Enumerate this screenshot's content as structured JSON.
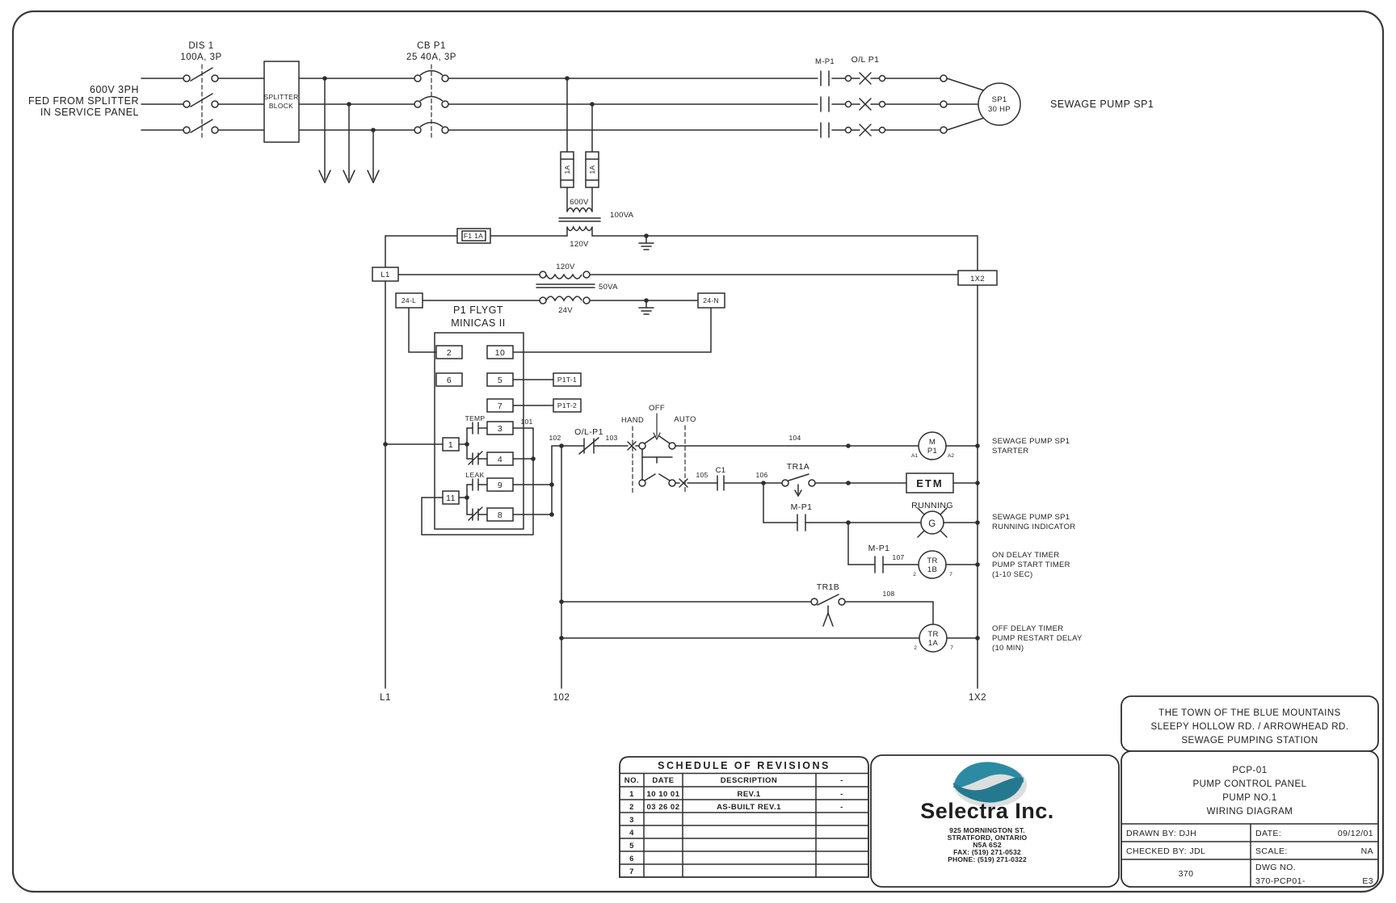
{
  "colors": {
    "line": "#2e2e2e",
    "logo_teal": "#2d8aa3",
    "logo_teal_dark": "#25798f"
  },
  "feeder": {
    "l1": "600V 3PH",
    "l2": "FED FROM SPLITTER",
    "l3": "IN SERVICE PANEL"
  },
  "disconnect": {
    "name": "DIS 1",
    "rating": "100A, 3P"
  },
  "splitter": {
    "l1": "SPLITTER",
    "l2": "BLOCK"
  },
  "breaker": {
    "name": "CB P1",
    "rating": "25 40A, 3P"
  },
  "starter_contact": "M-P1",
  "overload": "O/L P1",
  "motor": {
    "l1": "SP1",
    "l2": "30 HP",
    "label": "SEWAGE PUMP SP1"
  },
  "fuses": {
    "f_left": "1A",
    "f_right": "1A",
    "control": "F1 1A"
  },
  "tx1": {
    "primary": "600V",
    "rating": "100VA",
    "secondary": "120V"
  },
  "tx2": {
    "primary": "120V",
    "rating": "50VA",
    "secondary": "24V"
  },
  "terminals": {
    "l1": "L1",
    "x2": "1X2",
    "t24l": "24-L",
    "t24n": "24-N"
  },
  "minicas": {
    "title1": "P1 FLYGT",
    "title2": "MINICAS II",
    "t2": "2",
    "t10": "10",
    "t6": "6",
    "t5": "5",
    "t7": "7",
    "t3": "3",
    "t1": "1",
    "t4": "4",
    "t9": "9",
    "t11": "11",
    "t8": "8",
    "temp": "TEMP",
    "leak": "LEAK",
    "p1t1": "P1T-1",
    "p1t2": "P1T-2"
  },
  "wires": {
    "w101": "101",
    "w102": "102",
    "w103": "103",
    "w104": "104",
    "w105": "105",
    "w106": "106",
    "w107": "107",
    "w108": "108"
  },
  "control": {
    "ol": "O/L-P1",
    "hand": "HAND",
    "off": "OFF",
    "auto": "AUTO",
    "c1": "C1",
    "tr1a_contact": "TR1A",
    "mp1_seal": "M-P1",
    "mp1_aux": "M-P1",
    "tr1b_contact": "TR1B"
  },
  "devices": {
    "m_coil": {
      "l1": "M",
      "l2": "P1",
      "a1": "A1",
      "a2": "A2"
    },
    "etm": "ETM",
    "lamp": {
      "label": "RUNNING",
      "letter": "G"
    },
    "tr1b": {
      "l1": "TR",
      "l2": "1B",
      "tl": "2",
      "tr": "7"
    },
    "tr1a": {
      "l1": "TR",
      "l2": "1A",
      "tl": "2",
      "tr": "7"
    }
  },
  "annotations": {
    "starter": [
      "SEWAGE PUMP SP1",
      "STARTER"
    ],
    "running": [
      "SEWAGE PUMP SP1",
      "RUNNING INDICATOR"
    ],
    "on_delay": [
      "ON DELAY TIMER",
      "PUMP START TIMER",
      "(1-10 SEC)"
    ],
    "off_delay": [
      "OFF DELAY TIMER",
      "PUMP RESTART DELAY",
      "(10 MIN)"
    ]
  },
  "rails": {
    "left": "L1",
    "mid": "102",
    "right": "1X2"
  },
  "revisions": {
    "title": "SCHEDULE OF REVISIONS",
    "headers": [
      "NO.",
      "DATE",
      "DESCRIPTION",
      "-"
    ],
    "rows": [
      [
        "1",
        "10 10 01",
        "REV.1",
        "-"
      ],
      [
        "2",
        "03 26 02",
        "AS-BUILT REV.1",
        "-"
      ],
      [
        "3",
        "",
        "",
        ""
      ],
      [
        "4",
        "",
        "",
        ""
      ],
      [
        "5",
        "",
        "",
        ""
      ],
      [
        "6",
        "",
        "",
        ""
      ],
      [
        "7",
        "",
        "",
        ""
      ]
    ]
  },
  "selectra": {
    "name": "Selectra Inc.",
    "address": [
      "925 MORNINGTON ST.",
      "STRATFORD, ONTARIO",
      "N5A 6S2",
      "FAX: (519) 271-0532",
      "PHONE: (519) 271-0322"
    ]
  },
  "title_block": {
    "client": [
      "THE TOWN OF THE BLUE MOUNTAINS",
      "SLEEPY HOLLOW RD. / ARROWHEAD RD.",
      "SEWAGE PUMPING STATION"
    ],
    "drawing": [
      "PCP-01",
      "PUMP CONTROL PANEL",
      "PUMP NO.1",
      "WIRING DIAGRAM"
    ],
    "drawn": "DRAWN BY: DJH",
    "date_label": "DATE:",
    "date": "09/12/01",
    "checked": "CHECKED BY: JDL",
    "scale_label": "SCALE:",
    "scale": "NA",
    "job": "370",
    "dwg_label": "DWG NO.",
    "dwg_no": "370-PCP01-",
    "sheet": "E3"
  }
}
